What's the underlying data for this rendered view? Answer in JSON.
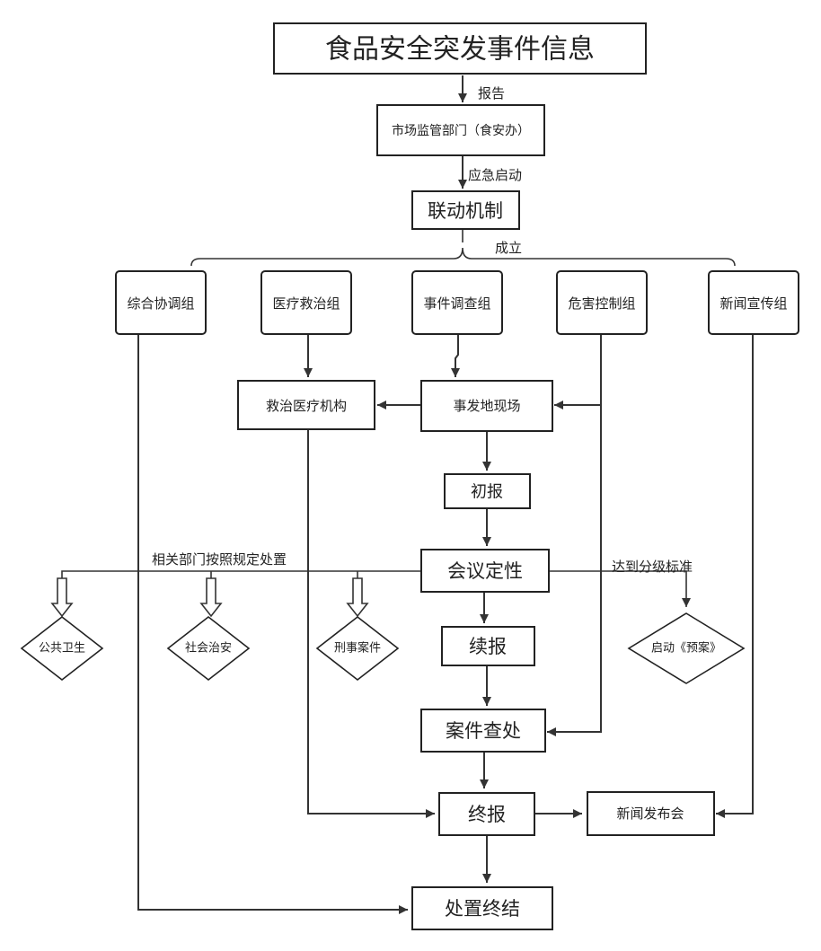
{
  "nodes": {
    "title": "食品安全突发事件信息",
    "market": "市场监管部门（食安办）",
    "linkage": "联动机制",
    "group1": "综合协调组",
    "group2": "医疗救治组",
    "group3": "事件调查组",
    "group4": "危害控制组",
    "group5": "新闻宣传组",
    "hospital": "救治医疗机构",
    "scene": "事发地现场",
    "initial": "初报",
    "meeting": "会议定性",
    "followup": "续报",
    "investigate": "案件查处",
    "final": "终报",
    "press": "新闻发布会",
    "conclude": "处置终结",
    "public_health": "公共卫生",
    "public_security": "社会治安",
    "criminal": "刑事案件",
    "plan": "启动《预案》"
  },
  "labels": {
    "report": "报告",
    "emergency": "应急启动",
    "establish": "成立",
    "departments": "相关部门按照规定处置",
    "grading": "达到分级标准"
  }
}
